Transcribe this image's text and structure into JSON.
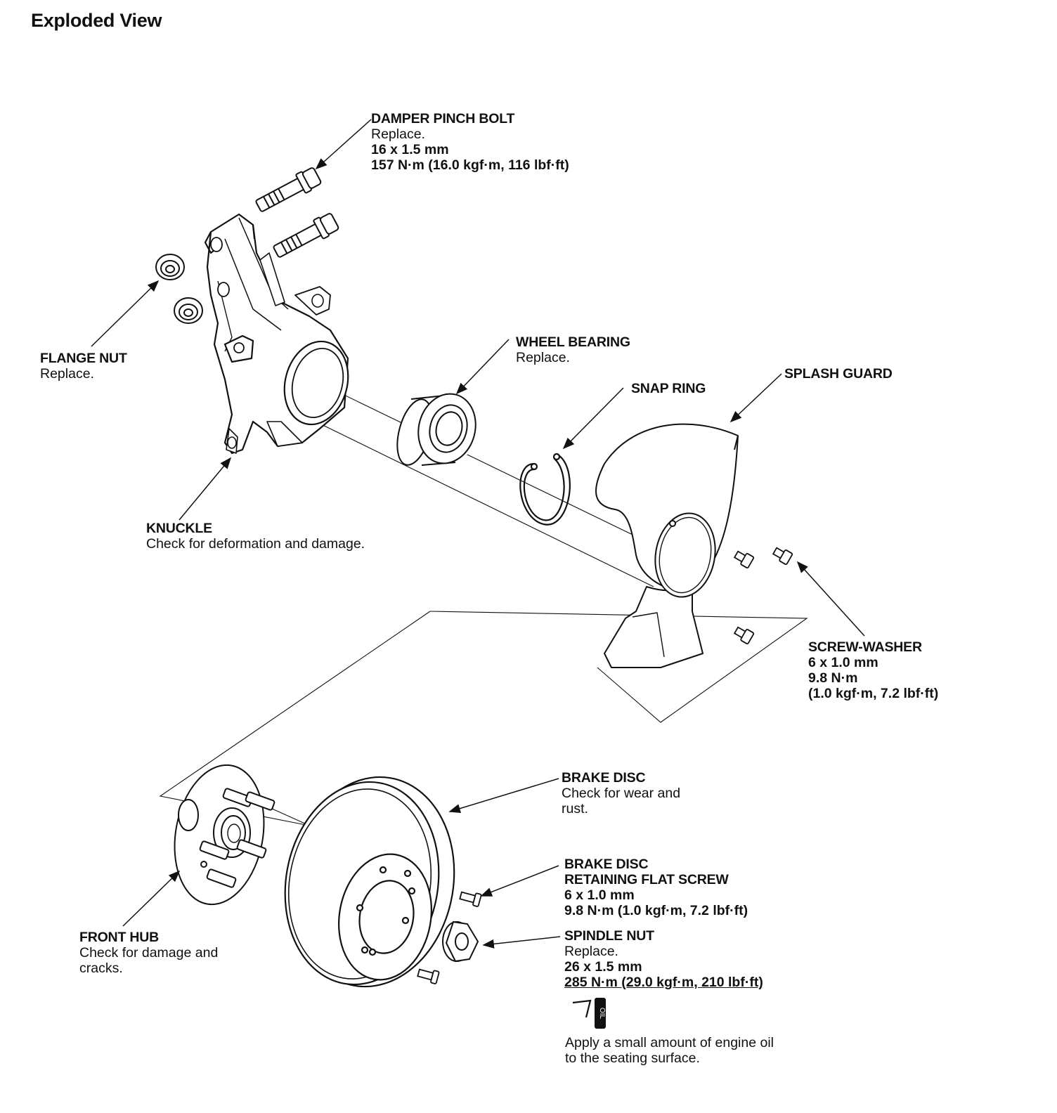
{
  "page": {
    "title": "Exploded View"
  },
  "colors": {
    "ink": "#111111",
    "paper": "#ffffff",
    "shade": "#d8d8d8"
  },
  "callouts": {
    "damper_pinch_bolt": {
      "name": "DAMPER PINCH BOLT",
      "note": "Replace.",
      "size": "16 x 1.5 mm",
      "torque": "157 N·m (16.0 kgf·m, 116 lbf·ft)"
    },
    "flange_nut": {
      "name": "FLANGE NUT",
      "note": "Replace."
    },
    "wheel_bearing": {
      "name": "WHEEL BEARING",
      "note": "Replace."
    },
    "snap_ring": {
      "name": "SNAP RING"
    },
    "splash_guard": {
      "name": "SPLASH GUARD"
    },
    "knuckle": {
      "name": "KNUCKLE",
      "note": "Check for deformation and damage."
    },
    "screw_washer": {
      "name": "SCREW-WASHER",
      "size": "6 x 1.0 mm",
      "torque_line1": "9.8 N·m",
      "torque_line2": "(1.0 kgf·m, 7.2 lbf·ft)"
    },
    "brake_disc": {
      "name": "BRAKE DISC",
      "note_line1": "Check for wear and",
      "note_line2": "rust."
    },
    "retaining_screw": {
      "name_line1": "BRAKE DISC",
      "name_line2": "RETAINING FLAT SCREW",
      "size": "6 x 1.0 mm",
      "torque": "9.8 N·m (1.0 kgf·m, 7.2 lbf·ft)"
    },
    "front_hub": {
      "name": "FRONT HUB",
      "note_line1": "Check for damage and",
      "note_line2": "cracks."
    },
    "spindle_nut": {
      "name": "SPINDLE NUT",
      "note": "Replace.",
      "size": "26 x 1.5 mm",
      "torque": "285 N·m (29.0 kgf·m, 210 lbf·ft)",
      "oil_badge": "OIL",
      "oil_note_line1": "Apply a small amount of engine oil",
      "oil_note_line2": "to the seating surface."
    }
  }
}
